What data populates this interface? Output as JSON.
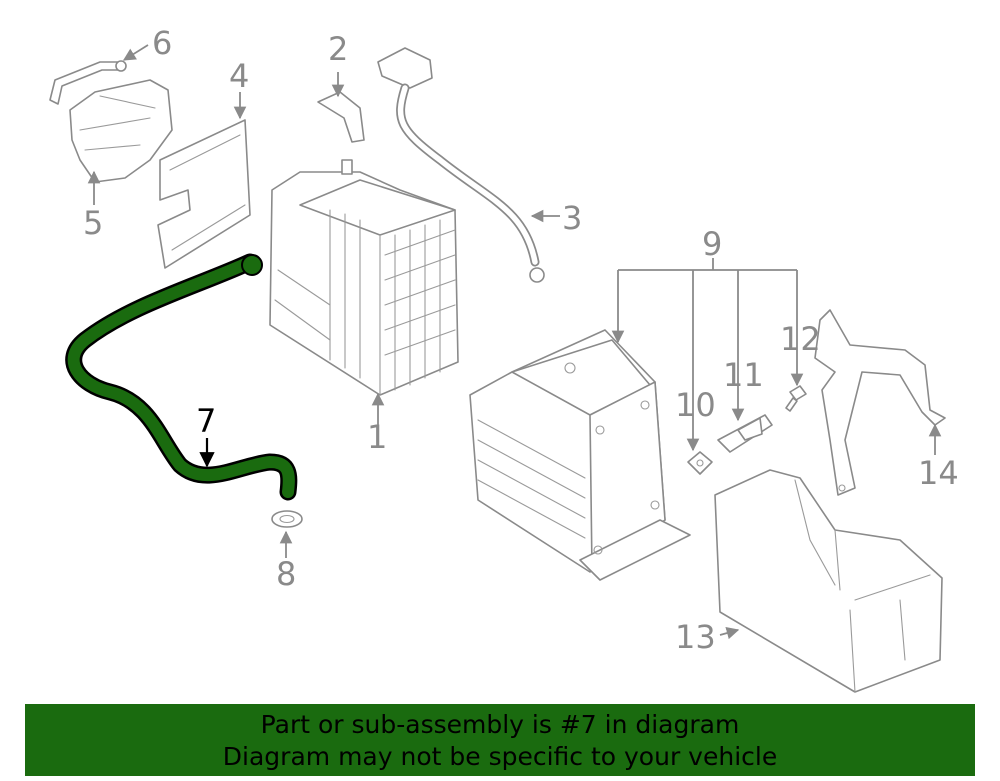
{
  "highlight_color": "#1a6b0f",
  "callouts": {
    "c1": "1",
    "c2": "2",
    "c3": "3",
    "c4": "4",
    "c5": "5",
    "c6": "6",
    "c7": "7",
    "c8": "8",
    "c9": "9",
    "c10": "10",
    "c11": "11",
    "c12": "12",
    "c13": "13",
    "c14": "14"
  },
  "banner": {
    "line1": "Part or sub-assembly is #7 in diagram",
    "line2": "Diagram may not be specific to your vehicle"
  }
}
